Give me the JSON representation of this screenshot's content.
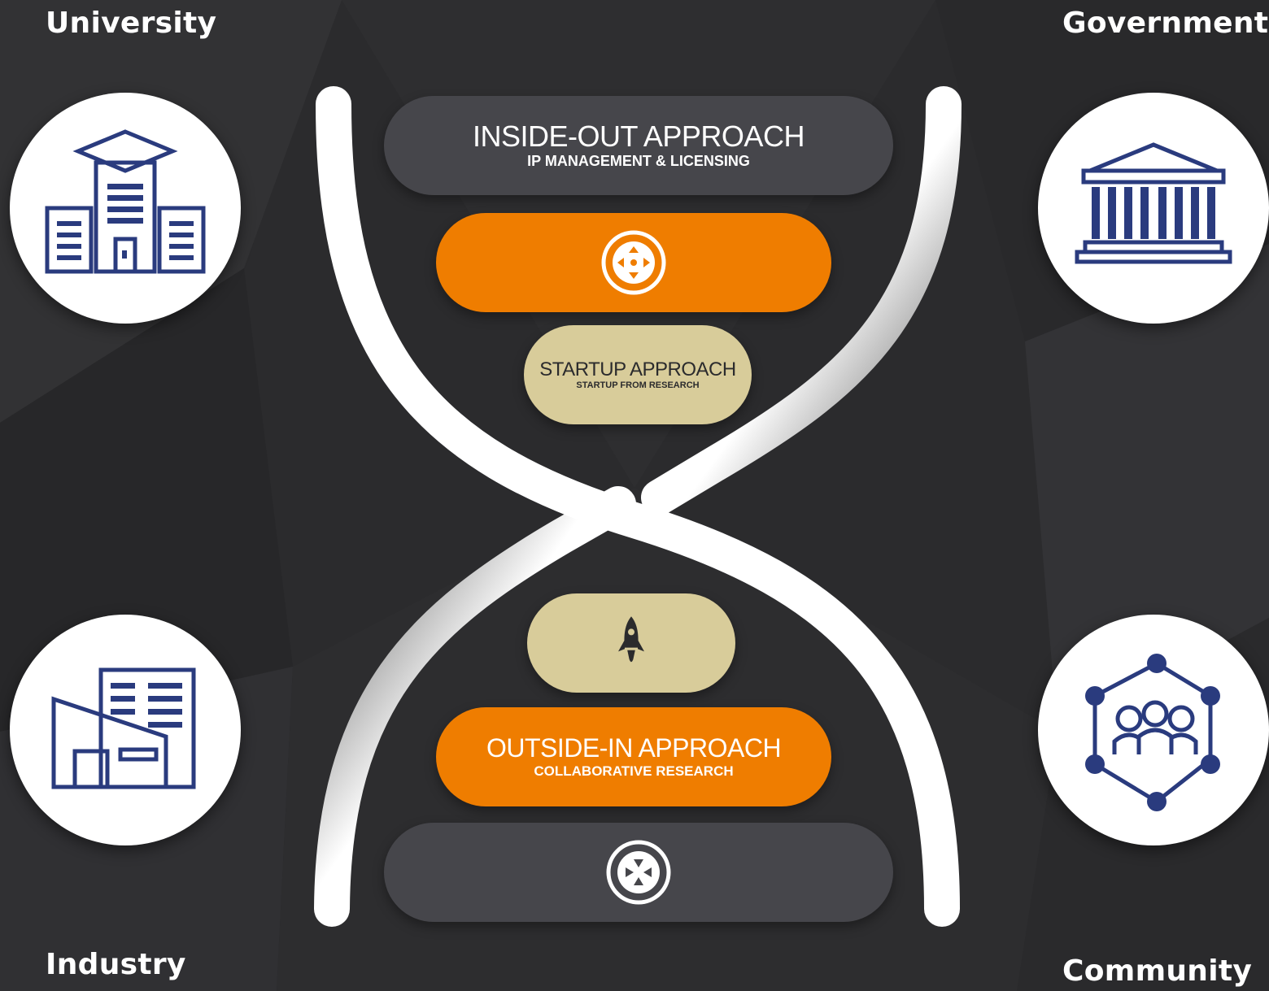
{
  "labels": {
    "top_left": "University",
    "top_right": "Government",
    "bottom_left": "Industry",
    "bottom_right": "Community"
  },
  "approaches": {
    "inside_out": {
      "title": "INSIDE-OUT APPROACH",
      "subtitle": "IP MANAGEMENT & LICENSING"
    },
    "startup": {
      "title": "STARTUP APPROACH",
      "subtitle": "STARTUP FROM RESEARCH"
    },
    "outside_in": {
      "title": "OUTSIDE-IN APPROACH",
      "subtitle": "COLLABORATIVE RESEARCH"
    }
  },
  "icons": {
    "university": "university-building-icon",
    "government": "government-building-icon",
    "industry": "factory-building-icon",
    "community": "community-network-icon",
    "inside_out": "crosshair-target-icon",
    "startup": "rocket-icon",
    "outside_in": "collapse-arrows-icon"
  },
  "colors": {
    "background": "#2b2b2d",
    "orange": "#ef7d00",
    "beige": "#d8cc9a",
    "dark_pill": "#46464b",
    "icon_navy": "#2a3b7e",
    "helix": "#ffffff"
  }
}
